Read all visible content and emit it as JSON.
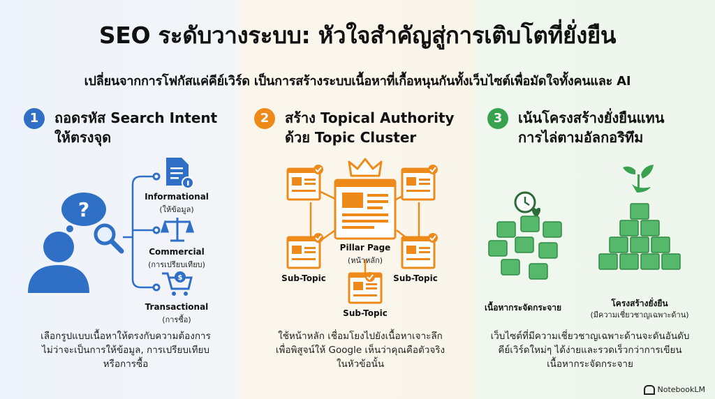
{
  "title": "SEO ระดับวางระบบ: หัวใจสำคัญสู่การเติบโตที่ยั่งยืน",
  "subtitle": "เปลี่ยนจากการโฟกัสแค่คีย์เวิร์ด เป็นการสร้างระบบเนื้อหาที่เกื้อหนุนกันทั้งเว็บไซต์เพื่อมัดใจทั้งคนและ AI",
  "colors": {
    "blue": "#2f6fc6",
    "orange": "#ee8a1a",
    "green": "#38a24f"
  },
  "sections": [
    {
      "number": "1",
      "heading_line1": "ถอดรหัส Search Intent",
      "heading_line2": "ให้ตรงจุด",
      "branches": [
        {
          "label": "Informational",
          "sublabel": "(ให้ข้อมูล)",
          "icon": "document-info-icon"
        },
        {
          "label": "Commercial",
          "sublabel": "(การเปรียบเทียบ)",
          "icon": "scale-icon"
        },
        {
          "label": "Transactional",
          "sublabel": "(การซื้อ)",
          "icon": "shopping-cart-icon"
        }
      ],
      "desc_line1": "เลือกรูปแบบเนื้อหาให้ตรงกับความต้องการ",
      "desc_line2": "ไม่ว่าจะเป็นการให้ข้อมูล, การเปรียบเทียบ",
      "desc_line3": "หรือการซื้อ"
    },
    {
      "number": "2",
      "heading_line1": "สร้าง Topical Authority",
      "heading_line2": "ด้วย Topic Cluster",
      "pillar_label": "Pillar Page",
      "pillar_sublabel": "(หน้าหลัก)",
      "subtopic_left": "Sub-Topic",
      "subtopic_right": "Sub-Topic",
      "subtopic_bottom": "Sub-Topic",
      "desc_line1": "ใช้หน้าหลัก เชื่อมโยงไปยังเนื้อหาเจาะลึก",
      "desc_line2": "เพื่อพิสูจน์ให้ Google เห็นว่าคุณคือตัวจริง",
      "desc_line3": "ในหัวข้อนั้น"
    },
    {
      "number": "3",
      "heading_line1": "เน้นโครงสร้างยั่งยืนแทน",
      "heading_line2": "การไล่ตามอัลกอริทึม",
      "left_label": "เนื้อหากระจัดกระจาย",
      "right_label": "โครงสร้างยั่งยืน",
      "right_sublabel": "(มีความเชี่ยวชาญเฉพาะด้าน)",
      "desc_line1": "เว็บไซต์ที่มีความเชี่ยวชาญเฉพาะด้านจะดันอันดับ",
      "desc_line2": "คีย์เวิร์ดใหม่ๆ ได้ง่ายและรวดเร็วกว่าการเขียน",
      "desc_line3": "เนื้อหากระจัดกระจาย"
    }
  ],
  "footer": "NotebookLM"
}
